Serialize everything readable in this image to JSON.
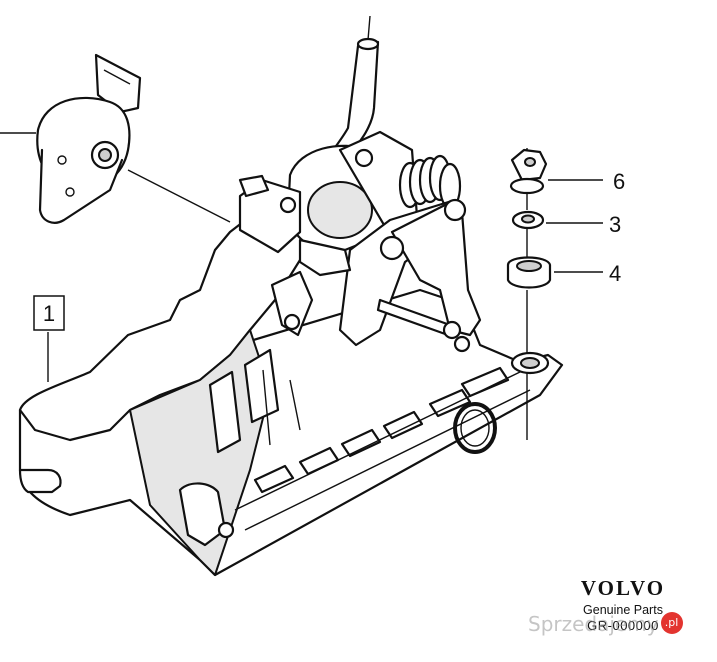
{
  "callouts": [
    {
      "id": "1",
      "boxed": true
    },
    {
      "id": "6",
      "boxed": false
    },
    {
      "id": "3",
      "boxed": false
    },
    {
      "id": "4",
      "boxed": false
    }
  ],
  "brand": {
    "wordmark": "VOLVO",
    "tagline": "Genuine Parts",
    "reference": "GR-000000"
  },
  "watermark": {
    "text": "Sprzedajemy",
    "suffix": ".pl"
  },
  "colors": {
    "line": "#111111",
    "fill": "#ffffff",
    "shade": "#e6e6e6",
    "watermark_badge": "#e3342f"
  }
}
